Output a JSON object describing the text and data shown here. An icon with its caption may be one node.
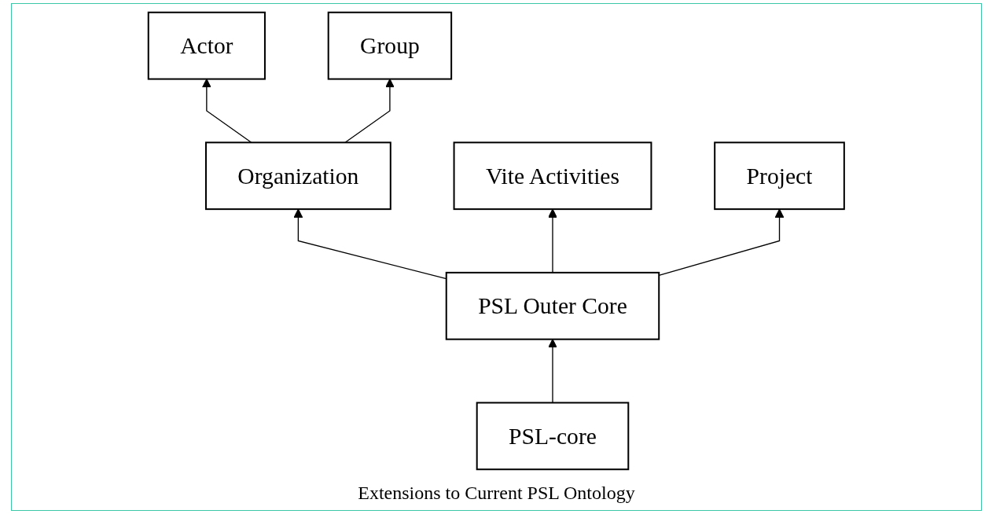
{
  "diagram": {
    "caption": "Extensions to Current PSL Ontology",
    "nodes": [
      {
        "text": [
          "Actor"
        ]
      },
      {
        "text": [
          "Group"
        ]
      },
      {
        "text": [
          "Organization"
        ]
      },
      {
        "text": [
          "Vite Activities"
        ]
      },
      {
        "text": [
          "Project"
        ]
      },
      {
        "text": [
          "PSL Outer Core"
        ]
      },
      {
        "text": [
          "PSL-core"
        ]
      }
    ],
    "edges": [
      {
        "from": 2,
        "to": 0,
        "arrow": "to"
      },
      {
        "from": 2,
        "to": 1,
        "arrow": "to"
      },
      {
        "from": 5,
        "to": 2,
        "arrow": "to"
      },
      {
        "from": 5,
        "to": 3,
        "arrow": "to"
      },
      {
        "from": 5,
        "to": 4,
        "arrow": "to"
      },
      {
        "from": 6,
        "to": 5,
        "arrow": "to"
      }
    ]
  }
}
